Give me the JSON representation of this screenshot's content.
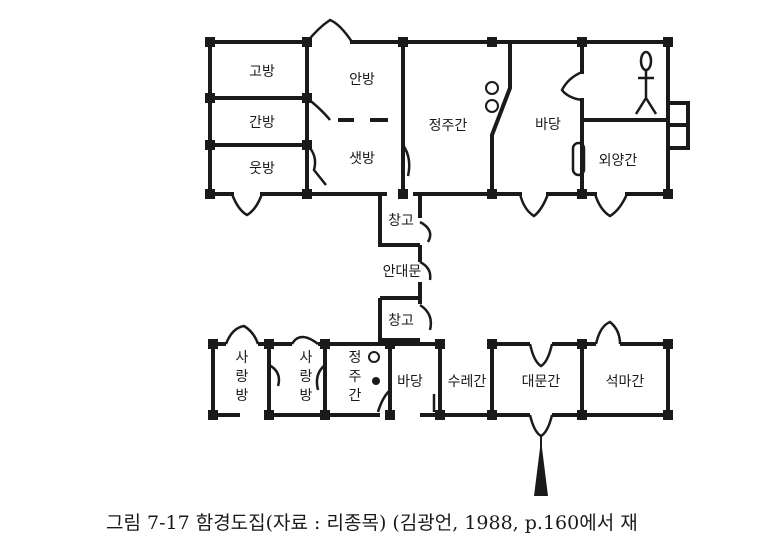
{
  "colors": {
    "ink": "#1a1a1a",
    "paper": "#ffffff"
  },
  "rooms": {
    "gobang": "고방",
    "anbang": "안방",
    "ganbang": "간방",
    "utbang": "웃방",
    "saetbang": "샛방",
    "jeongjugan": "정주간",
    "badang": "바당",
    "oeyanggan": "외양간",
    "changgo": "창고",
    "andaemun": "안대문",
    "sarangbang": "사랑방",
    "sureugan": "수레간",
    "daemungan": "대문간",
    "seokmagan": "석마간"
  },
  "caption": "그림 7-17   함경도집(자료 : 리종목) (김광언,   1988, p.160에서 재"
}
